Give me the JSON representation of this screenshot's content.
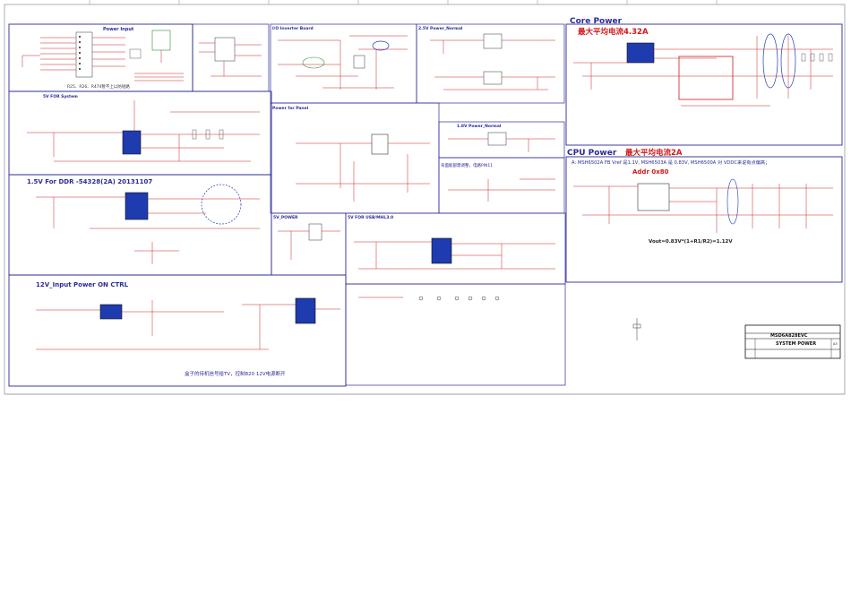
{
  "sections": {
    "power_input": {
      "title": "Power Input",
      "note": "R25、R26、R474暂不上以防短路"
    },
    "io_inverter": {
      "title": "I/O Inverter Board"
    },
    "v25_normal": {
      "title": "2.5V Power_Normal"
    },
    "core_power": {
      "title": "Core Power",
      "subtitle": "最大平均电流4.32A"
    },
    "v5_system": {
      "title": "5V  FOR System"
    },
    "power_panel": {
      "title": "Power for Panel"
    },
    "v18_normal": {
      "title": "1.8V Power_Normal"
    },
    "panel_note": {
      "text": "背面能部需调整，电路PIN11"
    },
    "cpu_power": {
      "title": "CPU Power",
      "subtitle": "最大平均电流2A",
      "note1": "A:  MSH6502A FB Vref 是1.1V, MSH6503A 是 0.83V,  MSH6500A 对 VDDC来说有点偏高；",
      "note2": "Addr 0x80",
      "formula": "Vout=0.83V*(1+R1/R2)=1.12V"
    },
    "ddr_15v": {
      "title": "1.5V For DDR -54328(2A)  20131107"
    },
    "v5_power": {
      "title": "5V_POWER"
    },
    "v5_usb": {
      "title": "5V  FOR USB/MHL3.0"
    },
    "ctrl_12v": {
      "title": "12V_Input Power ON CTRL",
      "footer_note": "盒子的待机信号给TV，控制820 12V电源断开"
    }
  },
  "title_block": {
    "board": "MSD6A828EVC",
    "sheet_title": "SYSTEM POWER",
    "size": "A3"
  },
  "colors": {
    "frame": "#2a2a9a",
    "title": "#d01818",
    "wire": "#cc2222",
    "ic": "#1e3bb0",
    "trace": "#2e8f2e"
  }
}
